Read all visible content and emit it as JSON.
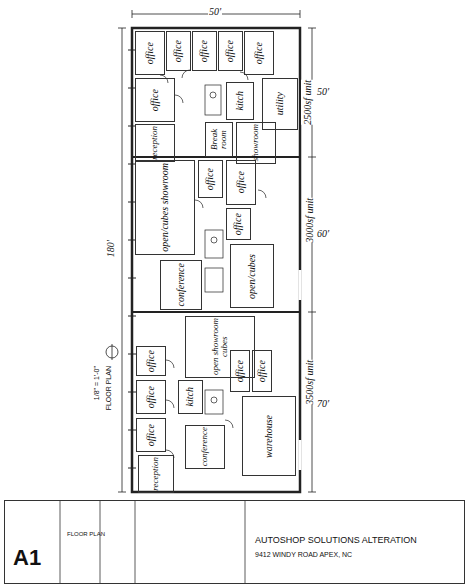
{
  "diagram": {
    "nodes": [
      {
        "text": [
          "office"
        ]
      },
      {
        "text": [
          "office"
        ]
      },
      {
        "text": [
          "office"
        ]
      },
      {
        "text": [
          "office"
        ]
      },
      {
        "text": [
          "office"
        ]
      },
      {
        "text": [
          "office"
        ]
      },
      {
        "text": [
          "kitch"
        ]
      },
      {
        "text": [
          "utility"
        ]
      },
      {
        "text": [
          "reception"
        ]
      },
      {
        "text": [
          "Break room"
        ]
      },
      {
        "text": [
          "showroom"
        ]
      },
      {
        "text": [
          "open/cubes showroom"
        ]
      },
      {
        "text": [
          "office"
        ]
      },
      {
        "text": [
          "office"
        ]
      },
      {
        "text": [
          "office"
        ]
      },
      {
        "text": [
          "open/cubes"
        ]
      },
      {
        "text": [
          "conference"
        ]
      },
      {
        "text": [
          "open showroom cubes"
        ]
      },
      {
        "text": [
          "office"
        ]
      },
      {
        "text": [
          "office"
        ]
      },
      {
        "text": [
          "office"
        ]
      },
      {
        "text": [
          "kitch"
        ]
      },
      {
        "text": [
          "office"
        ]
      },
      {
        "text": [
          "office"
        ]
      },
      {
        "text": [
          "warehouse"
        ]
      },
      {
        "text": [
          "conference"
        ]
      },
      {
        "text": [
          "reception"
        ]
      },
      {
        "text": [
          "A1",
          "FLOOR PLAN",
          "AUTOSHOP SOLUTIONS ALTERATION",
          "9412 WINDY ROAD APEX, NC"
        ]
      }
    ],
    "labels": [
      "50'",
      "180'",
      "50'",
      "2500sf unit",
      "60'",
      "3000sf unit",
      "70'",
      "3500sf unit",
      "FLOOR PLAN",
      "1/8\" = 1'-0\""
    ]
  }
}
